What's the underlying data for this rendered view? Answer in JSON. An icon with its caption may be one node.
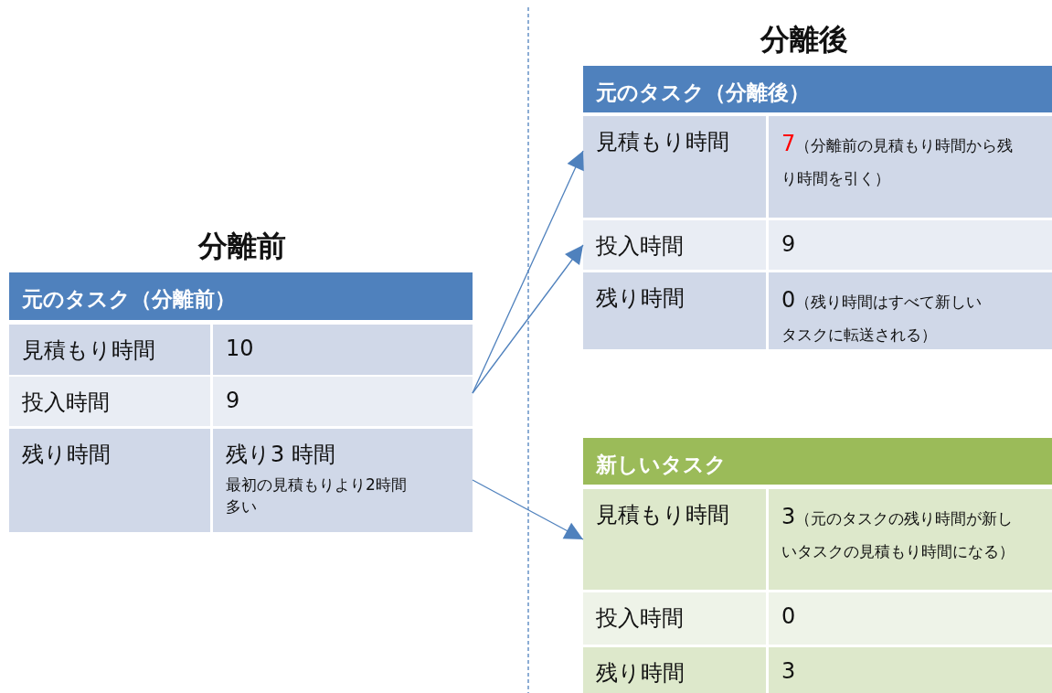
{
  "diagram": {
    "nodes": [
      {
        "text": [
          "元のタスク（分離前）"
        ]
      },
      {
        "text": [
          "見積もり時間"
        ]
      },
      {
        "text": [
          "10"
        ]
      },
      {
        "text": [
          "投入時間"
        ]
      },
      {
        "text": [
          "9"
        ]
      },
      {
        "text": [
          "残り時間"
        ]
      },
      {
        "text": [
          "残り3 時間",
          "最初の見積もりより2時間多い"
        ]
      },
      {
        "text": [
          "元のタスク（分離後）"
        ]
      },
      {
        "text": [
          "見積もり時間"
        ]
      },
      {
        "text": [
          "7",
          "（分離前の見積もり時間から残り時間を引く）"
        ]
      },
      {
        "text": [
          "投入時間"
        ]
      },
      {
        "text": [
          "9"
        ]
      },
      {
        "text": [
          "残り時間"
        ]
      },
      {
        "text": [
          "0",
          "（残り時間はすべて新しいタスクに転送される）"
        ]
      },
      {
        "text": [
          "新しいタスク"
        ]
      },
      {
        "text": [
          "見積もり時間"
        ]
      },
      {
        "text": [
          "3",
          "（元のタスクの残り時間が新しいタスクの見積もり時間になる）"
        ]
      },
      {
        "text": [
          "投入時間"
        ]
      },
      {
        "text": [
          "0"
        ]
      },
      {
        "text": [
          "残り時間"
        ]
      },
      {
        "text": [
          "3"
        ]
      }
    ],
    "edges": [
      {
        "from": 4,
        "to": 8,
        "arrow": "to"
      },
      {
        "from": 4,
        "to": 10,
        "arrow": "to"
      },
      {
        "from": 6,
        "to": 15,
        "arrow": "to"
      }
    ],
    "labels": [
      "分離後",
      "分離前"
    ]
  }
}
